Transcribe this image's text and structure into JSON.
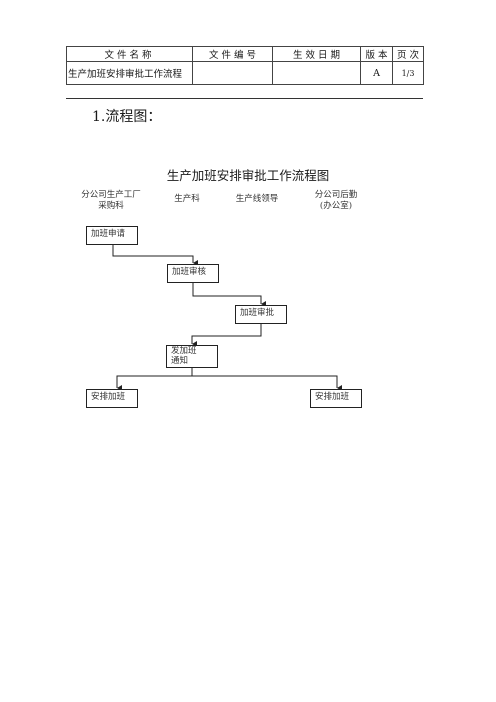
{
  "header": {
    "row1": {
      "doc_name_label": "文件名称",
      "doc_number_label": "文 件 编 号",
      "effective_date_label": "生 效 日 期",
      "version_label": "版 本",
      "page_label": "页 次"
    },
    "row2": {
      "doc_name": "生产加班安排审批工作流程",
      "doc_number": "",
      "effective_date": "",
      "version": "A",
      "page": "1/3"
    }
  },
  "section_heading": "1.流程图：",
  "flowchart": {
    "title": "生产加班安排审批工作流程图",
    "lanes": [
      "分公司生产工厂\n采购科",
      "生产科",
      "生产线领导",
      "分公司后勤\n(办公室)"
    ],
    "nodes": [
      "加班申请",
      "加班审核",
      "加班审批",
      "发加班\n通知",
      "安排加班",
      "安排加班"
    ]
  }
}
